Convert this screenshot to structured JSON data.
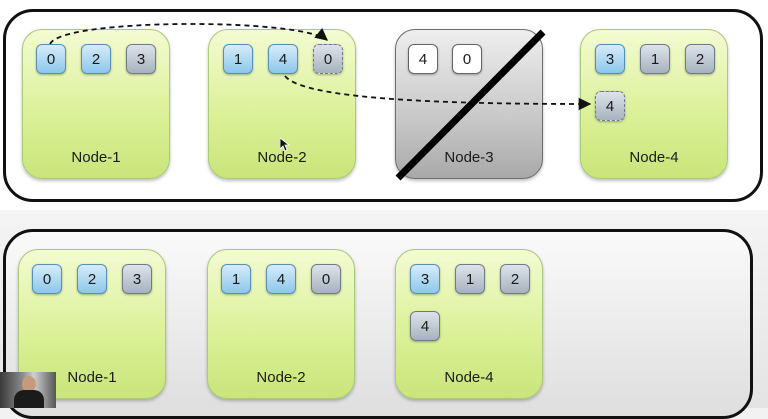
{
  "top_cluster": {
    "nodes": [
      {
        "label": "Node-1",
        "shards": [
          "0",
          "2",
          "3"
        ]
      },
      {
        "label": "Node-2",
        "shards": [
          "1",
          "4",
          "0"
        ]
      },
      {
        "label": "Node-3",
        "shards": [
          "4",
          "0"
        ],
        "status": "failed"
      },
      {
        "label": "Node-4",
        "shards": [
          "3",
          "1",
          "2"
        ],
        "incoming_shard": "4"
      }
    ]
  },
  "bottom_cluster": {
    "nodes": [
      {
        "label": "Node-1",
        "shards": [
          "0",
          "2",
          "3"
        ]
      },
      {
        "label": "Node-2",
        "shards": [
          "1",
          "4",
          "0"
        ]
      },
      {
        "label": "Node-4",
        "shards": [
          "3",
          "1",
          "2"
        ],
        "extra_shard": "4"
      }
    ]
  },
  "colors": {
    "node_fill": "#d9ef96",
    "failed_node_fill": "#c8c8c8",
    "primary_shard": "#8cc7ea",
    "replica_shard": "#a7b2bd",
    "strike_line": "#000000"
  }
}
